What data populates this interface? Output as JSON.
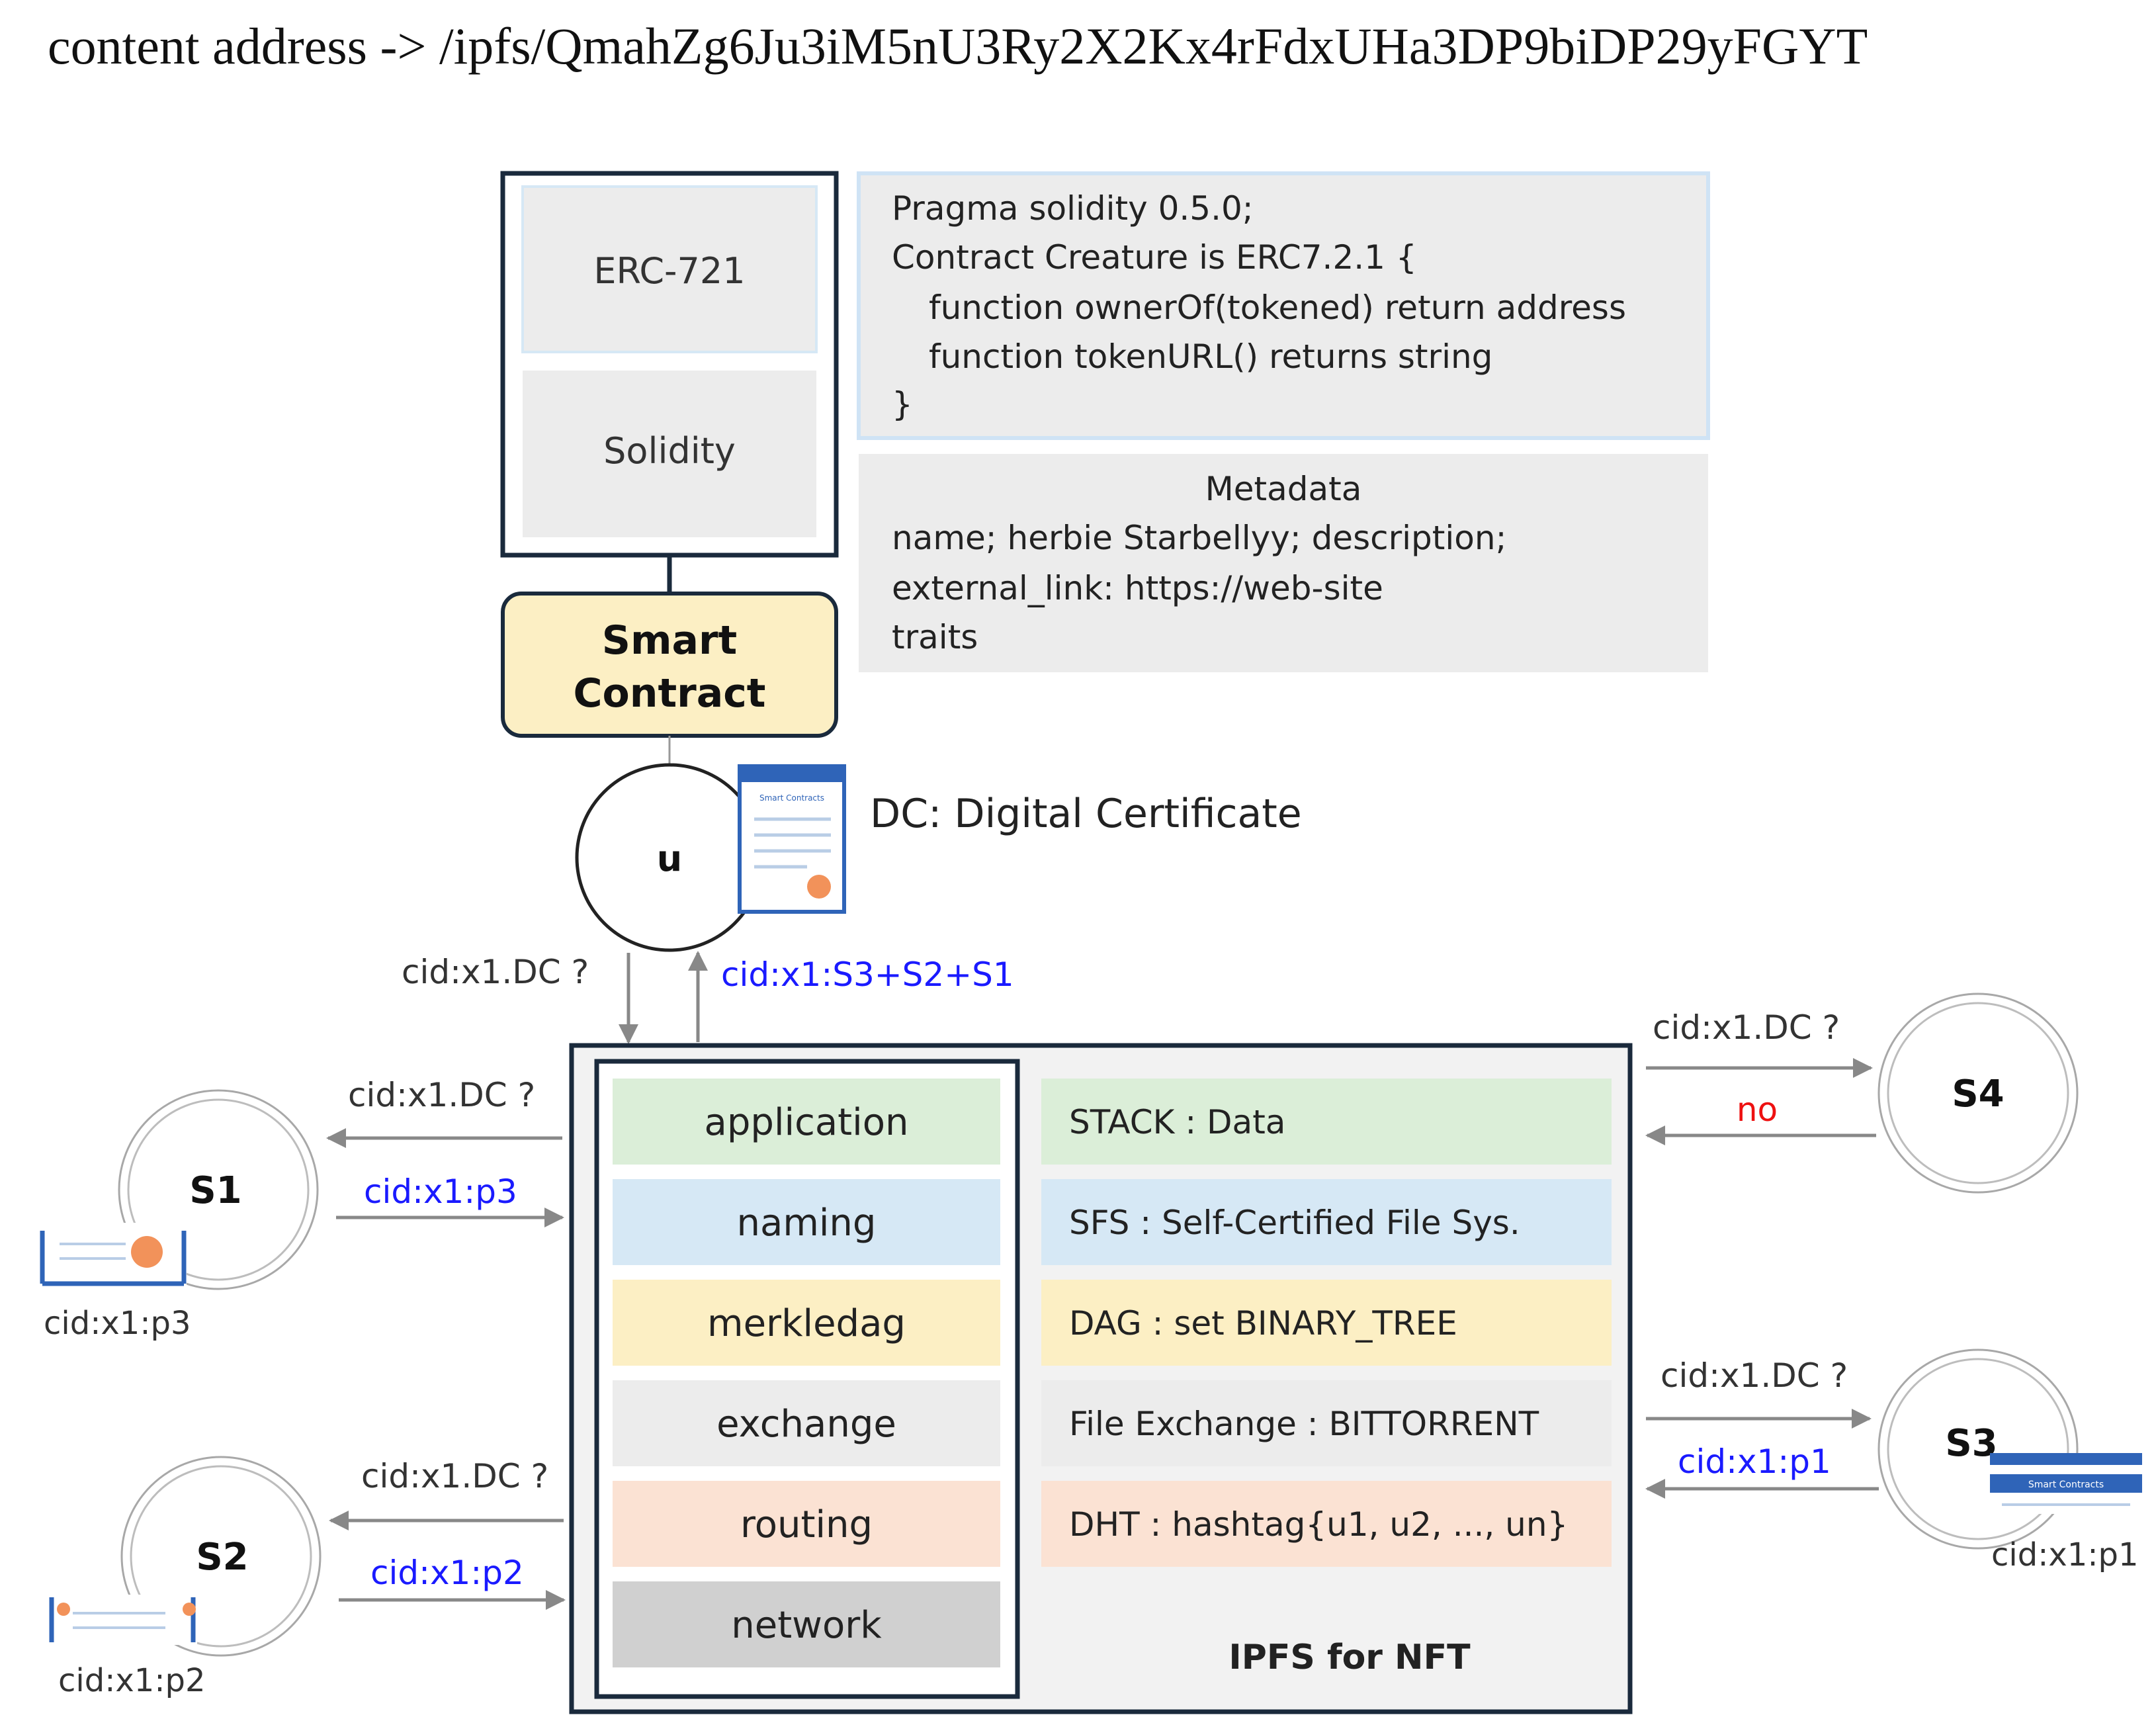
{
  "header": {
    "content_address": "content address -> /ipfs/QmahZg6Ju3iM5nU3Ry2X2Kx4rFdxUHa3DP9biDP29yFGYT"
  },
  "stack": {
    "erc": "ERC-721",
    "solidity": "Solidity",
    "smart_contract_line1": "Smart",
    "smart_contract_line2": "Contract"
  },
  "code_box": {
    "line1": "Pragma solidity 0.5.0;",
    "line2": "Contract Creature is ERC7.2.1 {",
    "line3": "function ownerOf(tokened) return address",
    "line4": "function tokenURL() returns string",
    "line5": "}"
  },
  "metadata_box": {
    "title": "Metadata",
    "line1": "name; herbie Starbellyy; description;",
    "line2": "external_link: https://web-site",
    "line3": "traits"
  },
  "user": {
    "label": "u",
    "dc_caption": "DC: Digital Certificate",
    "query": "cid:x1.DC ?",
    "response": "cid:x1:S3+S2+S1",
    "cert_header": "Smart Contracts"
  },
  "layers": [
    {
      "name": "application",
      "desc": "STACK : Data",
      "color": "#dbeed8"
    },
    {
      "name": "naming",
      "desc": "SFS : Self-Certified File Sys.",
      "color": "#d6e8f5"
    },
    {
      "name": "merkledag",
      "desc": "DAG : set BINARY_TREE",
      "color": "#fcefc4"
    },
    {
      "name": "exchange",
      "desc": "File Exchange : BITTORRENT",
      "color": "#ececec"
    },
    {
      "name": "routing",
      "desc": "DHT : hashtag{u1, u2, ..., un}",
      "color": "#fbe2d3"
    },
    {
      "name": "network",
      "desc": "",
      "color": "#d0d0d0"
    }
  ],
  "ipfs_label": "IPFS for NFT",
  "peers": {
    "s1": {
      "label": "S1",
      "query": "cid:x1.DC ?",
      "reply": "cid:x1:p3",
      "caption": "cid:x1:p3"
    },
    "s2": {
      "label": "S2",
      "query": "cid:x1.DC ?",
      "reply": "cid:x1:p2",
      "caption": "cid:x1:p2"
    },
    "s3": {
      "label": "S3",
      "query": "cid:x1.DC ?",
      "reply": "cid:x1:p1",
      "caption": "cid:x1:p1",
      "cert_header": "Smart Contracts"
    },
    "s4": {
      "label": "S4",
      "query": "cid:x1.DC ?",
      "reply": "no"
    }
  },
  "colors": {
    "blue_text": "#1a1aff",
    "red_text": "#ee1111",
    "frame": "#1a2a3c",
    "smart_contract_fill": "#fcefc4",
    "code_fill": "#ececec",
    "code_border": "#cfe3f5"
  }
}
